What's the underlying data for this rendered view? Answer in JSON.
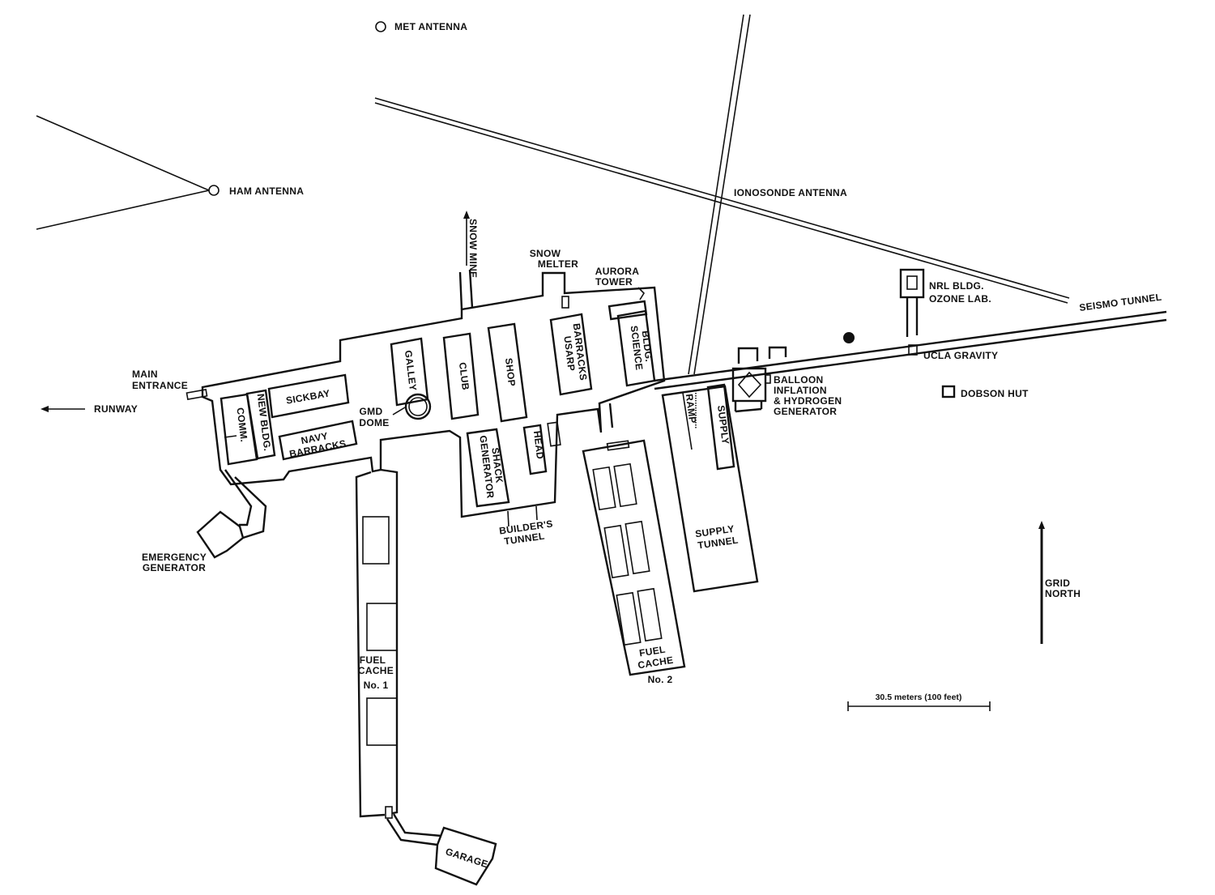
{
  "labels": {
    "met_antenna": "MET ANTENNA",
    "ham_antenna": "HAM ANTENNA",
    "ionosonde_antenna": "IONOSONDE ANTENNA",
    "snow_mine": "SNOW MINE",
    "snow_melter": [
      "SNOW",
      "MELTER"
    ],
    "aurora_tower": [
      "AURORA",
      "TOWER"
    ],
    "nrl_bldg": [
      "NRL BLDG.",
      "OZONE LAB."
    ],
    "seismo_tunnel": "SEISMO TUNNEL",
    "ucla_gravity": "UCLA GRAVITY",
    "balloon": [
      "BALLOON",
      "INFLATION",
      "& HYDROGEN",
      "GENERATOR"
    ],
    "dobson_hut": "DOBSON HUT",
    "main_entrance": [
      "MAIN",
      "ENTRANCE"
    ],
    "runway": "RUNWAY",
    "sickbay": "SICKBAY",
    "new_bldg": "NEW BLDG.",
    "comm": "COMM.",
    "navy_barracks": [
      "NAVY",
      "BARRACKS"
    ],
    "galley": "GALLEY",
    "gmd_dome": [
      "GMD",
      "DOME"
    ],
    "club": "CLUB",
    "shop": "SHOP",
    "usarp_barracks": [
      "USARP",
      "BARRACKS"
    ],
    "science_bldg": [
      "SCIENCE",
      "BLDG."
    ],
    "generator_shack": [
      "GENERATOR",
      "SHACK"
    ],
    "head": "HEAD",
    "builders_tunnel": [
      "BUILDER'S",
      "TUNNEL"
    ],
    "ramp": "RAMP",
    "supply": "SUPPLY",
    "supply_tunnel": [
      "SUPPLY",
      "TUNNEL"
    ],
    "emergency_generator": [
      "EMERGENCY",
      "GENERATOR"
    ],
    "fuel_cache_1": [
      "FUEL",
      "CACHE",
      "No. 1"
    ],
    "fuel_cache_2": [
      "FUEL",
      "CACHE",
      "No. 2"
    ],
    "garage": "GARAGE",
    "grid_north": [
      "GRID",
      "NORTH"
    ],
    "scale": "30.5 meters (100 feet)"
  }
}
